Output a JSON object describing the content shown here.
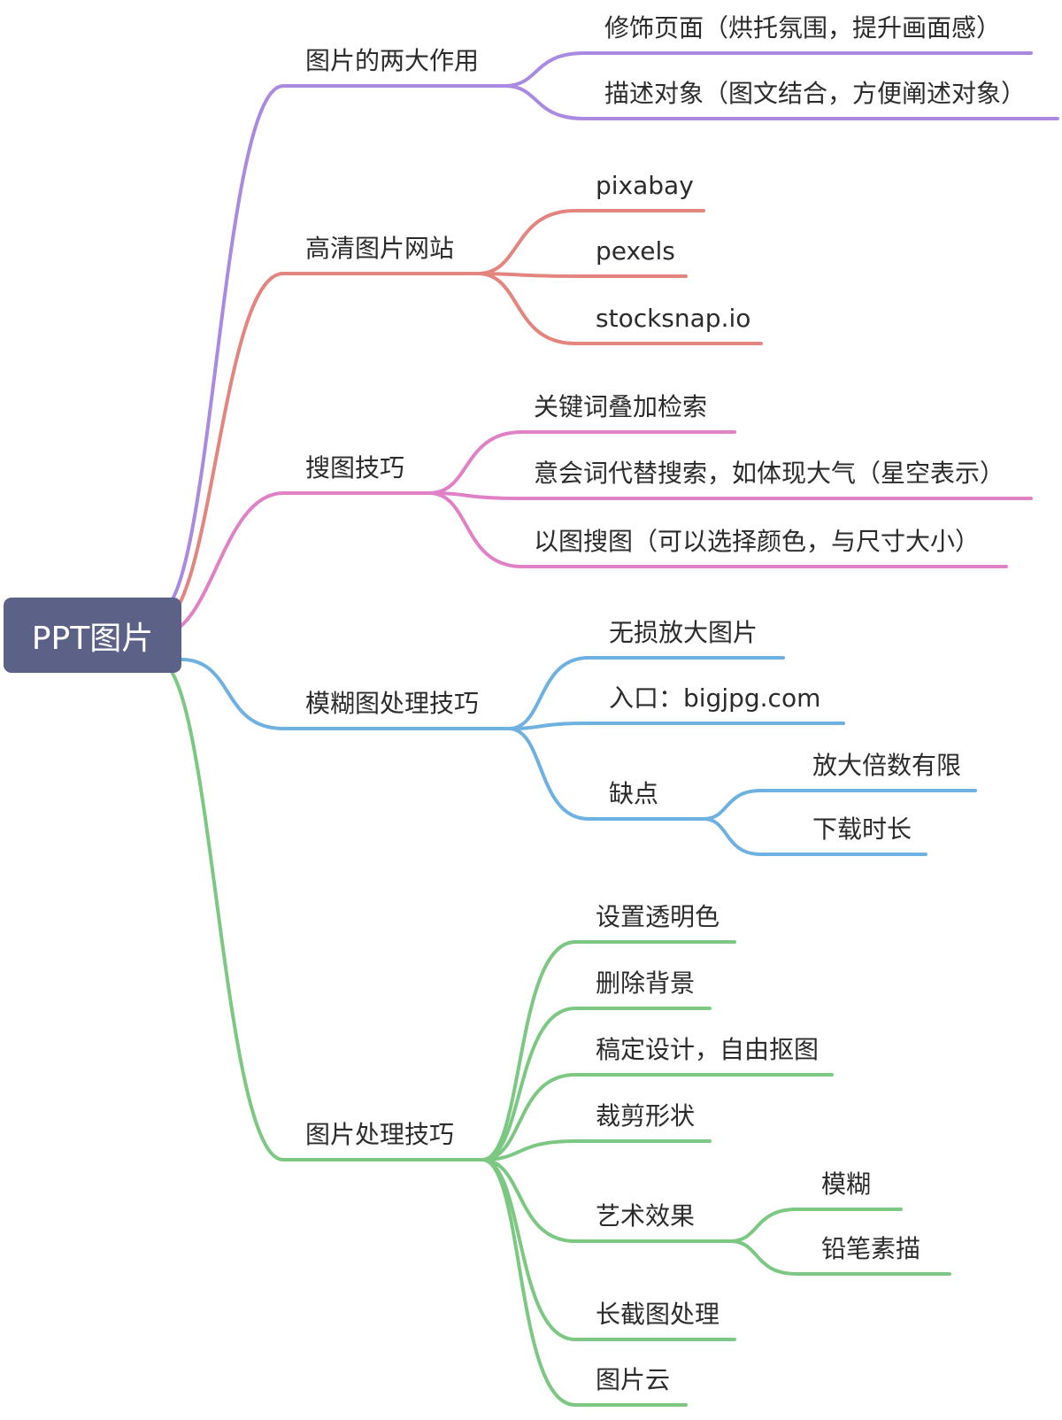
{
  "root": {
    "label": "PPT图片",
    "color": "#5b6187"
  },
  "branches": [
    {
      "label": "图片的两大作用",
      "color": "#a98ae0",
      "children": [
        {
          "label": "修饰页面（烘托氛围，提升画面感）"
        },
        {
          "label": "描述对象（图文结合，方便阐述对象）"
        }
      ]
    },
    {
      "label": "高清图片网站",
      "color": "#e3847f",
      "children": [
        {
          "label": "pixabay"
        },
        {
          "label": "pexels"
        },
        {
          "label": "stocksnap.io"
        }
      ]
    },
    {
      "label": "搜图技巧",
      "color": "#e081c5",
      "children": [
        {
          "label": "关键词叠加检索"
        },
        {
          "label": "意会词代替搜索，如体现大气（星空表示）"
        },
        {
          "label": "以图搜图（可以选择颜色，与尺寸大小）"
        }
      ]
    },
    {
      "label": "模糊图处理技巧",
      "color": "#6eb0e0",
      "children": [
        {
          "label": "无损放大图片"
        },
        {
          "label": "入口：bigjpg.com"
        },
        {
          "label": "缺点",
          "children": [
            {
              "label": "放大倍数有限"
            },
            {
              "label": "下载时长"
            }
          ]
        }
      ]
    },
    {
      "label": "图片处理技巧",
      "color": "#7cc883",
      "children": [
        {
          "label": "设置透明色"
        },
        {
          "label": "删除背景"
        },
        {
          "label": "稿定设计，自由抠图"
        },
        {
          "label": "裁剪形状"
        },
        {
          "label": "艺术效果",
          "children": [
            {
              "label": "模糊"
            },
            {
              "label": "铅笔素描"
            }
          ]
        },
        {
          "label": "长截图处理"
        },
        {
          "label": "图片云"
        }
      ]
    }
  ]
}
